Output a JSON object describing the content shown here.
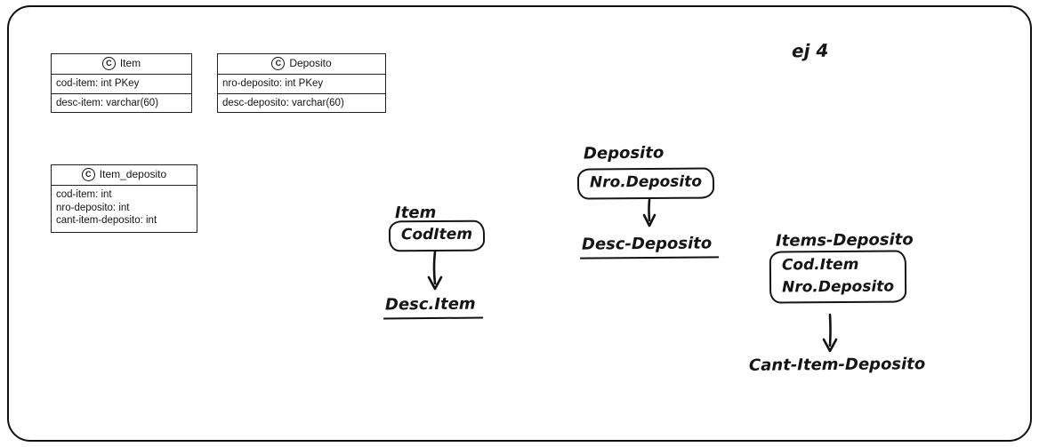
{
  "canvas": {
    "background": "#ffffff",
    "ink_color": "#151515"
  },
  "icons": {
    "class_letter": "C"
  },
  "annotation": {
    "label": "ej 4"
  },
  "uml_classes": [
    {
      "name": "Item",
      "attributes": [
        "cod-item: int PKey",
        "desc-item: varchar(60)"
      ]
    },
    {
      "name": "Deposito",
      "attributes": [
        "nro-deposito: int PKey",
        "desc-deposito: varchar(60)"
      ]
    },
    {
      "name": "Item_deposito",
      "attributes": [
        "cod-item: int",
        "nro-deposito: int",
        "cant-item-deposito: int"
      ]
    }
  ],
  "dependencies": [
    {
      "title": "Item",
      "determinants": [
        "CodItem"
      ],
      "dependent": "Desc.Item"
    },
    {
      "title": "Deposito",
      "determinants": [
        "Nro.Deposito"
      ],
      "dependent": "Desc-Deposito"
    },
    {
      "title": "Items-Deposito",
      "determinants": [
        "Cod.Item",
        "Nro.Deposito"
      ],
      "dependent": "Cant-Item-Deposito"
    }
  ]
}
